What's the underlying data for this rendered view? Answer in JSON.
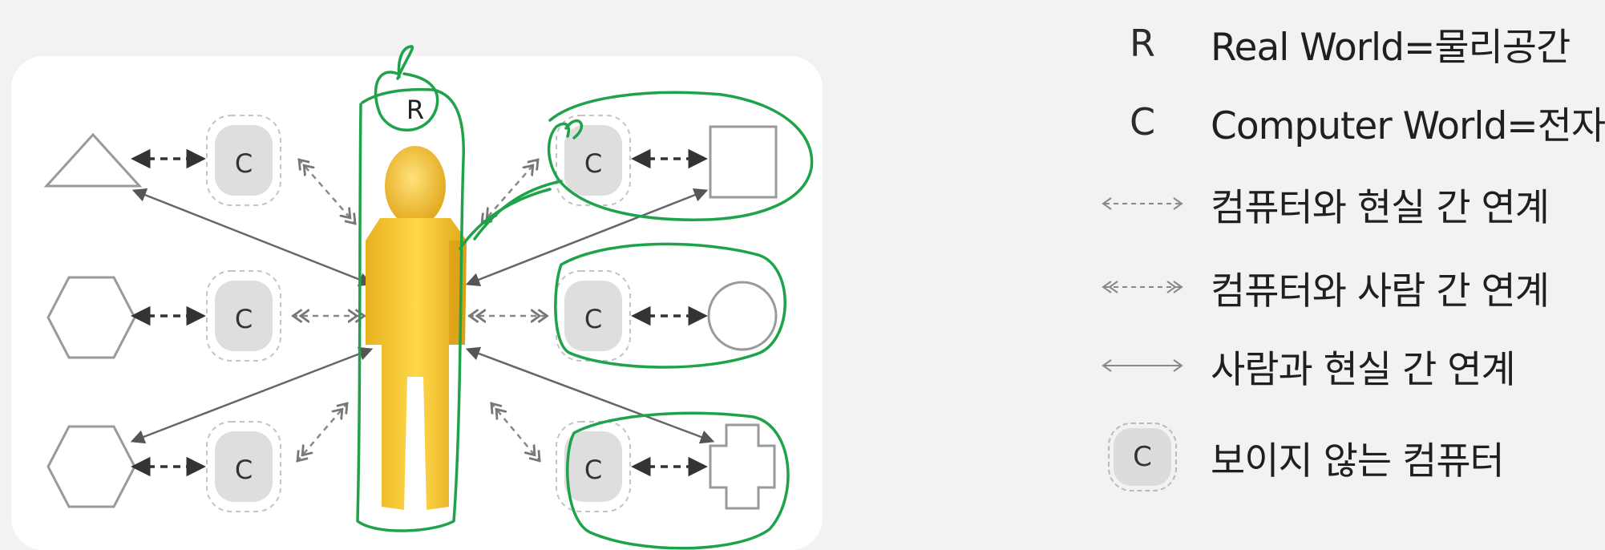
{
  "diagram": {
    "person_label": "R",
    "computer_label": "C"
  },
  "legend": {
    "items": [
      {
        "symbol": "R",
        "text": "Real World=물리공간"
      },
      {
        "symbol": "C",
        "text": "Computer World=전자"
      },
      {
        "symbol": "dashed-arrow",
        "text": "컴퓨터와 현실 간 연계"
      },
      {
        "symbol": "double-dashed-arrow",
        "text": "컴퓨터와 사람 간 연계"
      },
      {
        "symbol": "solid-arrow",
        "text": "사람과 현실 간 연계"
      },
      {
        "symbol": "C",
        "text": "보이지 않는 컴퓨터"
      }
    ]
  },
  "colors": {
    "background": "#f2f2f2",
    "panel": "#ffffff",
    "person": "#f5c53a",
    "annotation": "#1fa34a"
  }
}
